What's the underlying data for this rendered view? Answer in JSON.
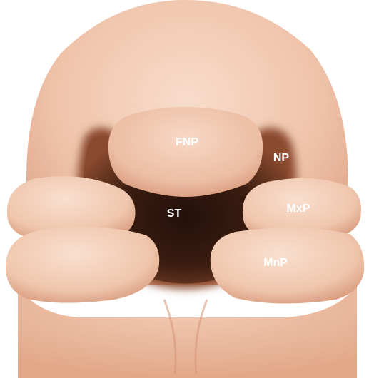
{
  "labels": {
    "fnp": "FNP",
    "np": "NP",
    "st": "ST",
    "mxp": "MxP",
    "mnp": "MnP"
  },
  "colors": {
    "skin_light": "#f7d7c4",
    "skin_mid": "#eab69a",
    "skin_shadow": "#c98569",
    "cavity_dark": "#2a140d",
    "cavity_mid": "#6a3620",
    "label_text": "#ffffff"
  }
}
